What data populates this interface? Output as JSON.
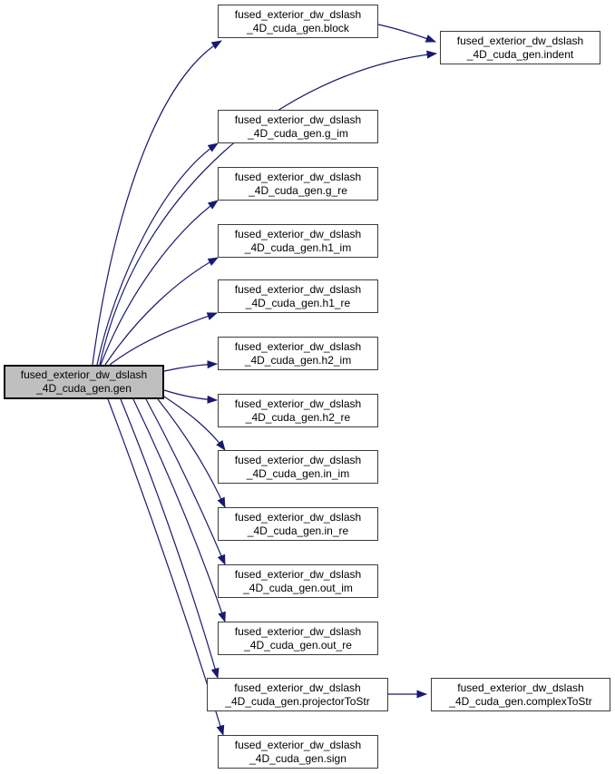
{
  "diagram": {
    "type": "call-graph",
    "theme": {
      "edge-color": "#191970",
      "node-border": "#3c3c3c",
      "highlight-fill": "#bfbfbf",
      "node-fill": "#ffffff",
      "canvas-bg": "#ffffff"
    },
    "nodes": {
      "gen": {
        "line1": "fused_exterior_dw_dslash",
        "line2": "_4D_cuda_gen.gen"
      },
      "block": {
        "line1": "fused_exterior_dw_dslash",
        "line2": "_4D_cuda_gen.block"
      },
      "indent": {
        "line1": "fused_exterior_dw_dslash",
        "line2": "_4D_cuda_gen.indent"
      },
      "g_im": {
        "line1": "fused_exterior_dw_dslash",
        "line2": "_4D_cuda_gen.g_im"
      },
      "g_re": {
        "line1": "fused_exterior_dw_dslash",
        "line2": "_4D_cuda_gen.g_re"
      },
      "h1_im": {
        "line1": "fused_exterior_dw_dslash",
        "line2": "_4D_cuda_gen.h1_im"
      },
      "h1_re": {
        "line1": "fused_exterior_dw_dslash",
        "line2": "_4D_cuda_gen.h1_re"
      },
      "h2_im": {
        "line1": "fused_exterior_dw_dslash",
        "line2": "_4D_cuda_gen.h2_im"
      },
      "h2_re": {
        "line1": "fused_exterior_dw_dslash",
        "line2": "_4D_cuda_gen.h2_re"
      },
      "in_im": {
        "line1": "fused_exterior_dw_dslash",
        "line2": "_4D_cuda_gen.in_im"
      },
      "in_re": {
        "line1": "fused_exterior_dw_dslash",
        "line2": "_4D_cuda_gen.in_re"
      },
      "out_im": {
        "line1": "fused_exterior_dw_dslash",
        "line2": "_4D_cuda_gen.out_im"
      },
      "out_re": {
        "line1": "fused_exterior_dw_dslash",
        "line2": "_4D_cuda_gen.out_re"
      },
      "projectorToStr": {
        "line1": "fused_exterior_dw_dslash",
        "line2": "_4D_cuda_gen.projectorToStr"
      },
      "sign": {
        "line1": "fused_exterior_dw_dslash",
        "line2": "_4D_cuda_gen.sign"
      },
      "complexToStr": {
        "line1": "fused_exterior_dw_dslash",
        "line2": "_4D_cuda_gen.complexToStr"
      }
    },
    "edges": [
      "gen->block",
      "gen->indent",
      "gen->g_im",
      "gen->g_re",
      "gen->h1_im",
      "gen->h1_re",
      "gen->h2_im",
      "gen->h2_re",
      "gen->in_im",
      "gen->in_re",
      "gen->out_im",
      "gen->out_re",
      "gen->projectorToStr",
      "gen->sign",
      "block->indent",
      "projectorToStr->complexToStr"
    ]
  }
}
